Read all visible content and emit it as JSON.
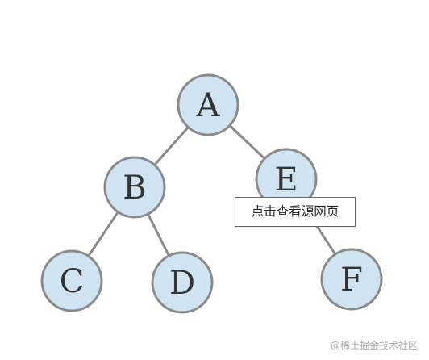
{
  "diagram": {
    "type": "binary-tree",
    "nodes": [
      {
        "id": "A",
        "label": "A"
      },
      {
        "id": "B",
        "label": "B"
      },
      {
        "id": "E",
        "label": "E"
      },
      {
        "id": "C",
        "label": "C"
      },
      {
        "id": "D",
        "label": "D"
      },
      {
        "id": "F",
        "label": "F"
      }
    ],
    "edges": [
      {
        "from": "A",
        "to": "B"
      },
      {
        "from": "A",
        "to": "E"
      },
      {
        "from": "B",
        "to": "C"
      },
      {
        "from": "B",
        "to": "D"
      },
      {
        "from": "E",
        "to": "F"
      }
    ],
    "colors": {
      "node_fill": "#cfe3f1",
      "node_stroke": "#8a8a8a",
      "edge": "#8a8a8a",
      "label": "#333333"
    }
  },
  "tooltip": {
    "text": "点击查看源网页"
  },
  "watermark": {
    "text": "@稀土掘金技术社区"
  }
}
